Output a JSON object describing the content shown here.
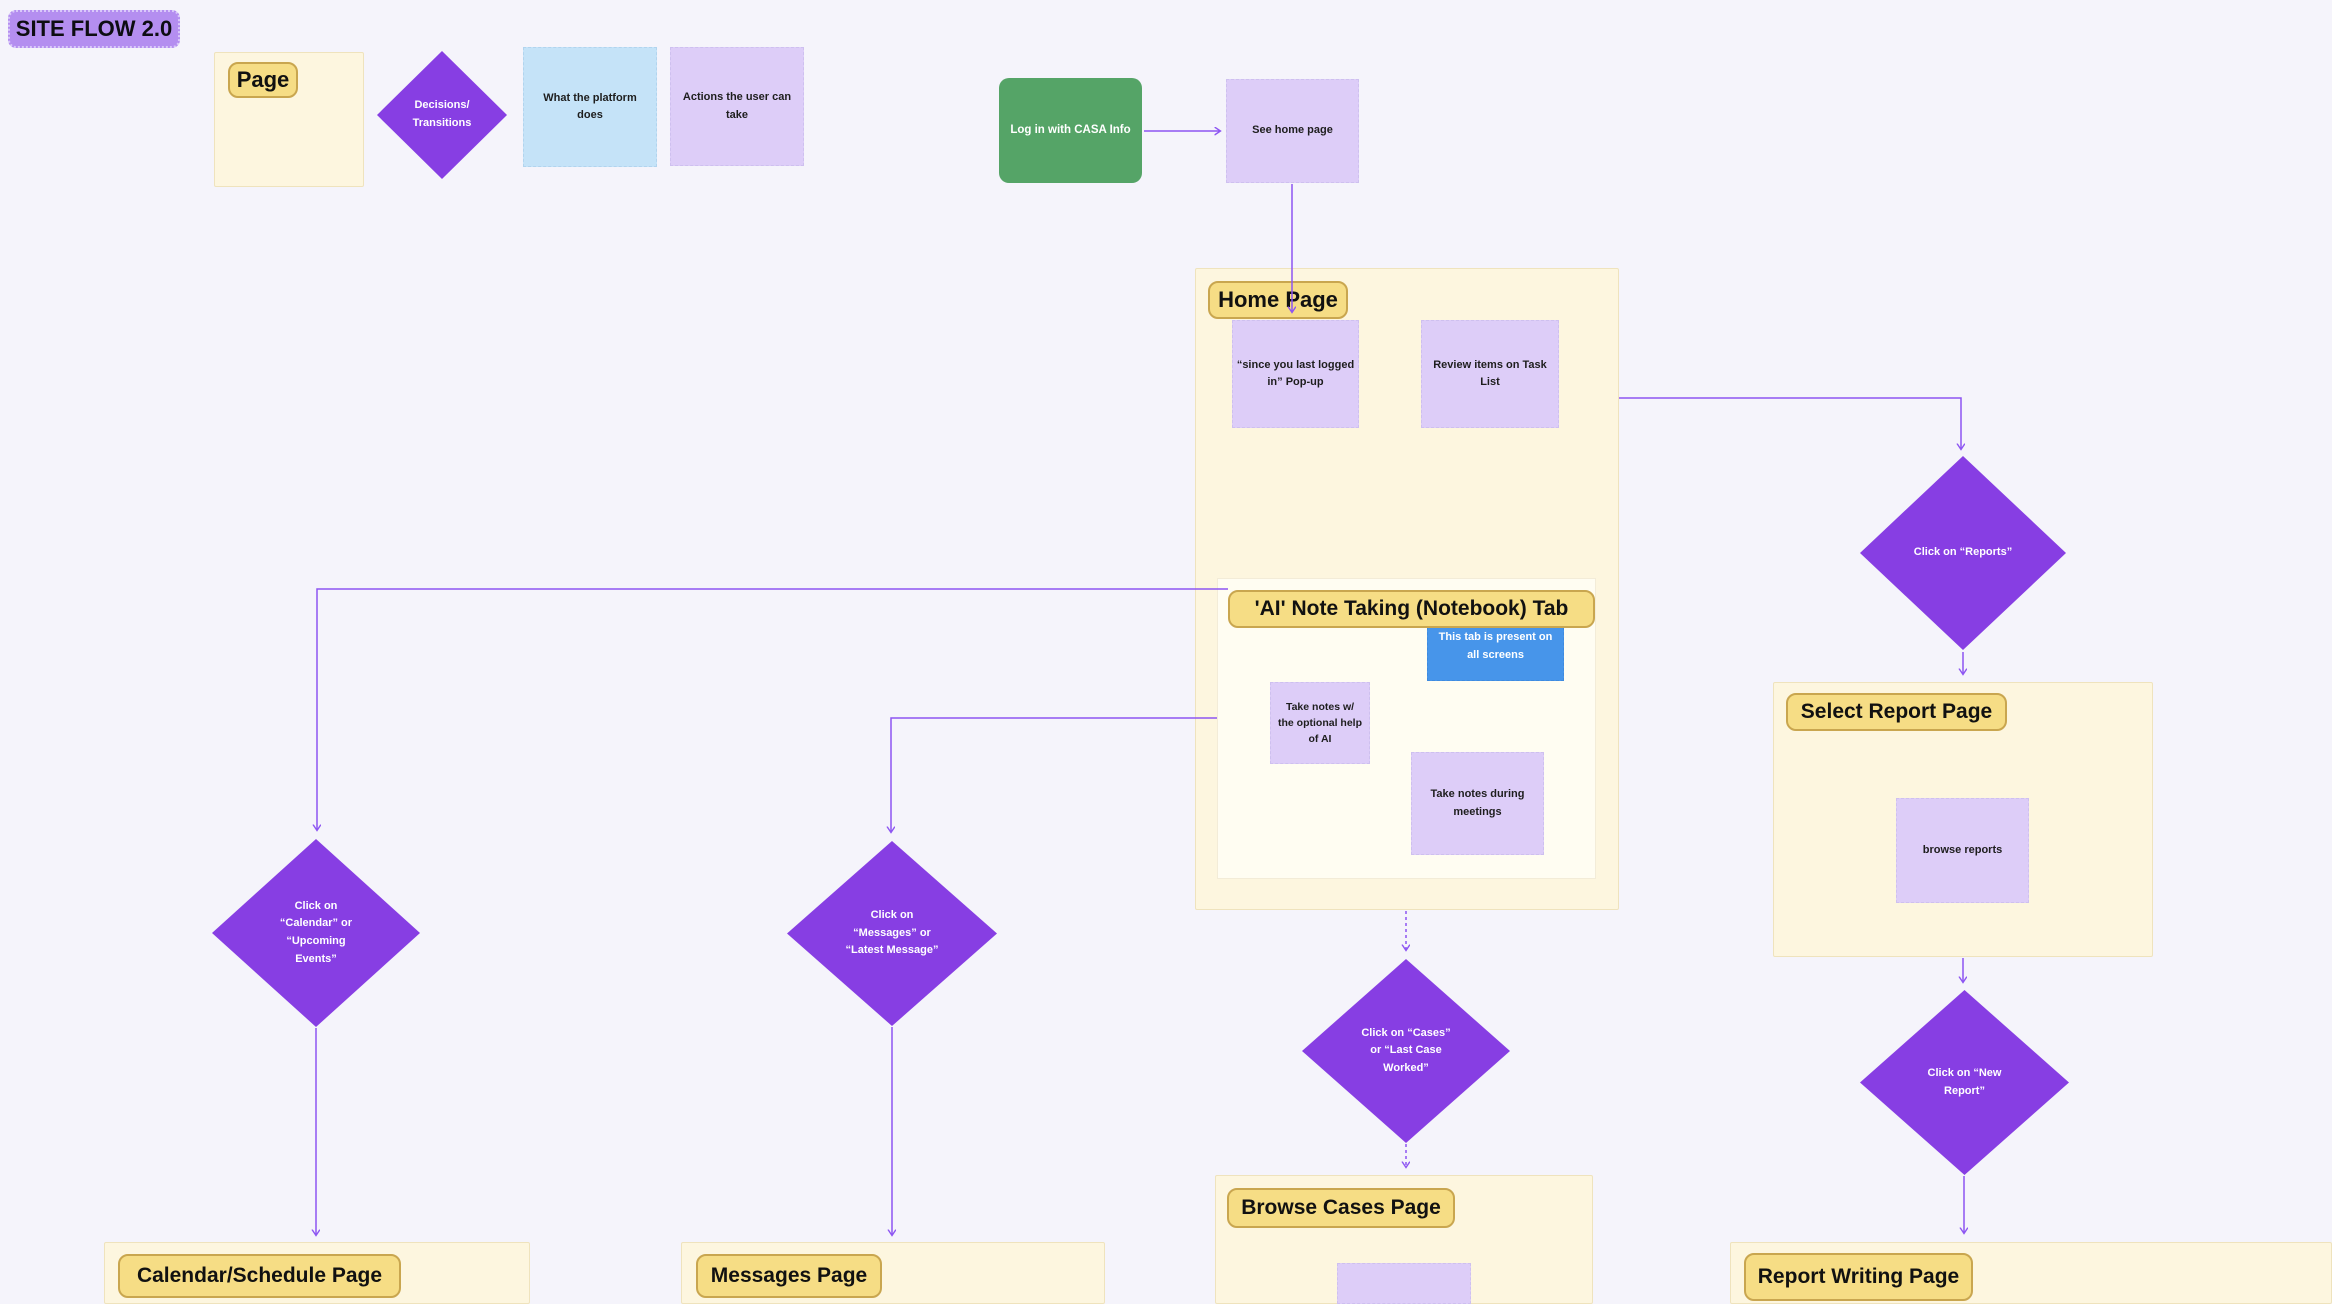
{
  "title": "SITE FLOW 2.0",
  "colors": {
    "background": "#f5f4fb",
    "section_cream": "#fdf6df",
    "badge_yellow": "#f6dd85",
    "sticky_purple": "#ddcdf8",
    "sticky_blue_light": "#c5e3f8",
    "tab_blue": "#4795ea",
    "diamond_purple": "#873ee3",
    "action_green": "#55a467",
    "connector_purple": "#8d55f2"
  },
  "legend": {
    "page_badge": "Page",
    "decisions_diamond": "Decisions/\nTransitions",
    "platform_box": "What the platform\ndoes",
    "actions_box": "Actions the user can\ntake"
  },
  "flow": {
    "login": "Log in with CASA Info",
    "see_home": "See home page"
  },
  "home_page": {
    "badge": "Home Page",
    "popup_note": "“since you last logged\nin” Pop-up",
    "task_list_note": "Review items on Task\nList",
    "ai_tab": {
      "badge": "'AI' Note Taking (Notebook) Tab",
      "present_note": "This tab is present on\nall screens",
      "notes_ai": "Take notes w/\nthe optional help\nof AI",
      "notes_meetings": "Take notes during\nmeetings"
    }
  },
  "decisions": {
    "reports": "Click on “Reports”",
    "calendar": "Click on\n“Calendar” or\n“Upcoming\nEvents”",
    "messages": "Click on\n“Messages” or\n“Latest Message”",
    "cases": "Click on “Cases”\nor “Last Case\nWorked”",
    "new_report": "Click on “New\nReport”"
  },
  "pages": {
    "select_report": {
      "badge": "Select Report Page",
      "browse_note": "browse reports"
    },
    "calendar": "Calendar/Schedule Page",
    "messages": "Messages Page",
    "browse_cases": "Browse Cases Page",
    "report_writing": "Report Writing Page"
  }
}
